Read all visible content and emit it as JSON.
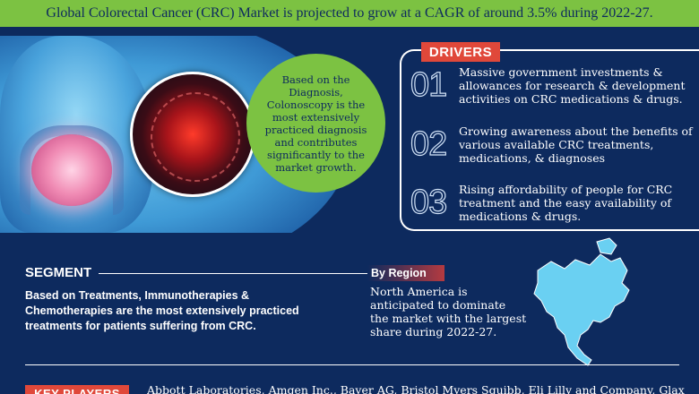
{
  "banner": {
    "text": "Global Colorectal Cancer (CRC) Market is projected to grow at a CAGR of around 3.5% during 2022-27."
  },
  "hero": {
    "callout": "Based on the Diagnosis, Colonoscopy is the most extensively practiced diagnosis and contributes significantly to the market growth."
  },
  "drivers": {
    "title": "DRIVERS",
    "items": [
      {
        "num": "01",
        "text": "Massive government investments & allowances for research & development activities on CRC medications & drugs."
      },
      {
        "num": "02",
        "text": "Growing awareness about the benefits of various available CRC treatments, medications, & diagnoses"
      },
      {
        "num": "03",
        "text": "Rising affordability of people for CRC treatment and the easy availability of medications & drugs."
      }
    ]
  },
  "segment": {
    "title": "SEGMENT",
    "text": "Based on Treatments, Immunotherapies & Chemotherapies are the most extensively practiced treatments for patients suffering from CRC."
  },
  "region": {
    "title": "By Region",
    "text": "North America is anticipated to dominate the market with the largest share during 2022-27."
  },
  "key_players": {
    "title": "KEY PLAYERS",
    "text": "Abbott Laboratories, Amgen Inc., Bayer AG, Bristol Myers Squibb, Eli Lilly and Company, GlaxoSmithKline"
  },
  "colors": {
    "background": "#0d2a5e",
    "accent_green": "#7cc242",
    "accent_red": "#e0483a"
  }
}
